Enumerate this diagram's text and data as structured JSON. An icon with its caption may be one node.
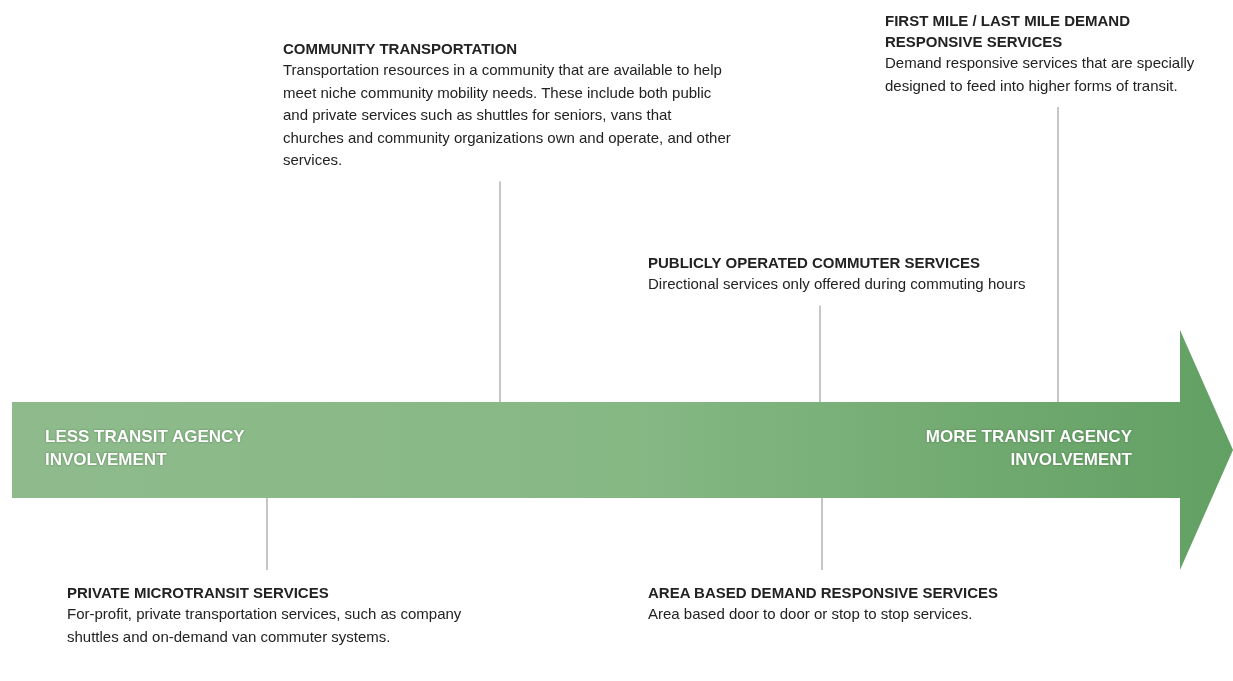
{
  "diagram": {
    "nodes": [
      {
        "text": [
          "COMMUNITY TRANSPORTATION",
          "Transportation resources in a community that are available to help meet niche community mobility needs.  These include both public and private services such as shuttles for seniors, vans that churches and community organizations own and operate, and other services."
        ]
      },
      {
        "text": [
          "FIRST MILE / LAST MILE DEMAND RESPONSIVE SERVICES",
          "Demand responsive services that are specially designed to feed into higher forms of transit."
        ]
      },
      {
        "text": [
          "PUBLICLY OPERATED COMMUTER SERVICES",
          "Directional services only offered during commuting hours"
        ]
      },
      {
        "text": [
          "LESS TRANSIT AGENCY INVOLVEMENT",
          "MORE TRANSIT AGENCY INVOLVEMENT"
        ]
      },
      {
        "text": [
          "PRIVATE MICROTRANSIT SERVICES",
          "For-profit, private transportation services, such as company shuttles and on-demand van commuter systems."
        ]
      },
      {
        "text": [
          "AREA BASED DEMAND RESPONSIVE SERVICES",
          "Area based door to door or stop to stop services."
        ]
      }
    ],
    "edges": [
      {
        "from": 0,
        "to": 3,
        "arrow": "none"
      },
      {
        "from": 1,
        "to": 3,
        "arrow": "none"
      },
      {
        "from": 2,
        "to": 3,
        "arrow": "none"
      },
      {
        "from": 4,
        "to": 3,
        "arrow": "none"
      },
      {
        "from": 5,
        "to": 3,
        "arrow": "none"
      }
    ]
  }
}
